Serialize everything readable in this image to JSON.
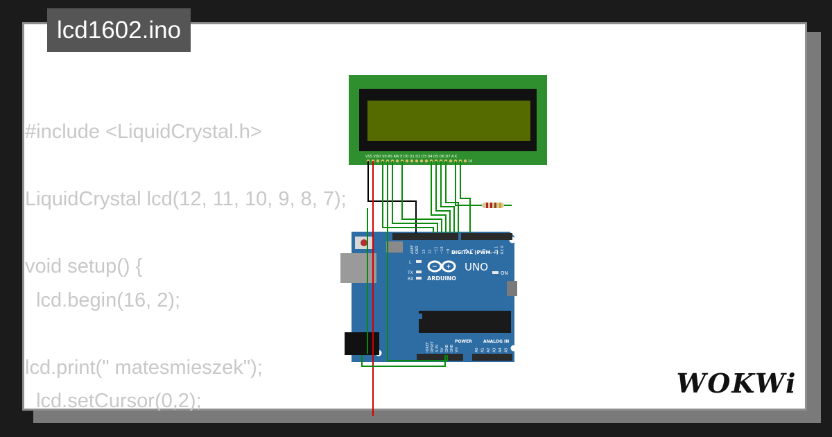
{
  "title": "lcd1602.ino",
  "code": {
    "lines": [
      "#include <LiquidCrystal.h>",
      "",
      "LiquidCrystal lcd(12, 11, 10, 9, 8, 7);",
      "",
      "void setup() {",
      "  lcd.begin(16, 2);",
      "",
      "lcd.print(\" matesmieszek\");",
      "  lcd.setCursor(0,2);"
    ]
  },
  "lcd": {
    "pin_labels": "VSS VDD V0 RS RW E  D0 D1 D2 D3 D4 D5 D6 D7  A   K",
    "pin_first": "1",
    "pin_last": "16",
    "colors": {
      "board": "#2f8f2f",
      "bezel": "#111111",
      "screen": "#556b00"
    }
  },
  "arduino": {
    "brand": "ARDUINO",
    "model": "UNO",
    "digital_label": "DIGITAL (PWM ~)",
    "power_label": "POWER",
    "analog_label": "ANALOG IN",
    "on_label": "ON",
    "led_l": "L",
    "led_tx": "TX",
    "led_rx": "RX",
    "aref": "AREF",
    "gnd": "GND",
    "digital_pins": [
      "13",
      "12",
      "~11",
      "~10",
      "~9",
      "8",
      "7",
      "~6",
      "~5",
      "4",
      "~3",
      "2",
      "TX 1",
      "RX 0"
    ],
    "power_pins": [
      "IOREF",
      "RESET",
      "3.3V",
      "5V",
      "GND",
      "GND",
      "Vin"
    ],
    "analog_pins": [
      "A0",
      "A1",
      "A2",
      "A3",
      "A4",
      "A5"
    ],
    "colors": {
      "board": "#2e6da4",
      "header": "#2a2a2a"
    }
  },
  "wires": {
    "colors": {
      "gnd": "#000000",
      "vcc": "#d40000",
      "signal": "#0a8a0a"
    }
  },
  "brand": {
    "text": "WOKWi"
  }
}
